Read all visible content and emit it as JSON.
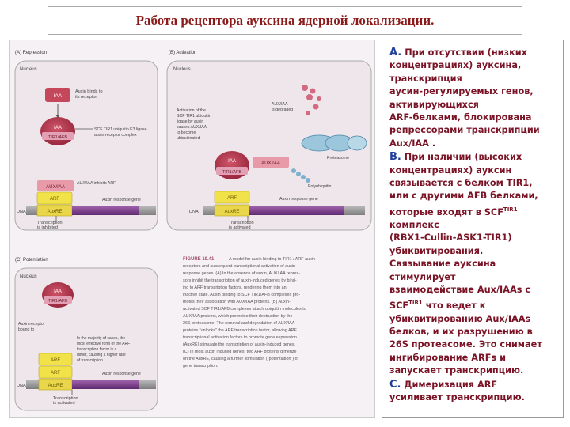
{
  "title": "Работа рецептора ауксина ядерной локализации.",
  "figure": {
    "panel_a_header": "(A) Repression",
    "panel_b_header": "(B) Activation",
    "panel_c_header": "(C) Potentiation",
    "nucleus": "Nucleus",
    "iaa": "IAA",
    "tir_afb": "TIR1/AFB",
    "aux_iaa": "AUX/IAA",
    "arf": "ARF",
    "auxre": "AuxRE",
    "dna": "DNA",
    "a_note_binds": [
      "Auxin binds to",
      "its receptor"
    ],
    "a_note_scf": [
      "SCF TIR1 ubiquitin E3 ligase",
      "auxin receptor complex"
    ],
    "a_note_inhibits": "AUX/IAA inhibits ARF",
    "a_note_gene": "Auxin response gene",
    "a_note_trans": [
      "Transcription",
      "is inhibited"
    ],
    "b_note_act": [
      "Activation of the",
      "SCF TIR1 ubiquitin",
      "ligase by auxin",
      "causes AUX/IAA",
      "to become",
      "ubiquitinated"
    ],
    "b_note_degraded": [
      "AUX/IAA",
      "is degraded"
    ],
    "b_note_proteasome": "Proteasome",
    "b_note_polyub": "Polyubiquitin",
    "b_note_gene": "Auxin response gene",
    "b_note_trans": [
      "Transcription",
      "is activated"
    ],
    "c_note_receptor": [
      "Auxin receptor",
      "bound to"
    ],
    "c_note_majority": [
      "In the majority of cases, the",
      "most effective form of the ARF",
      "transcription factor is a",
      "dimer, causing a higher rate",
      "of transcription"
    ],
    "c_note_gene": "Auxin response gene",
    "c_note_trans": [
      "Transcription",
      "is activated"
    ],
    "caption_head": "FIGURE 19.41",
    "caption_lines": [
      "A model for auxin binding to TIR1 / ARF auxin",
      "receptors and subsequent transcriptional activation of auxin",
      "response genes. (A) In the absence of auxin, AUX/IAA repres-",
      "sors inhibit the transcription of auxin-induced genes by bind-",
      "ing to ARF transcription factors, rendering them into an",
      "inactive state. Auxin binding to SCF TIR1/AFB complexes pro-",
      "motes their association with AUX/IAA proteins. (B) Auxin-",
      "activated SCF TIR1/AFB complexes attach ubiquitin molecules to",
      "AUX/IAA proteins, which promotes their destruction by the",
      "26S proteasome. The removal and degradation of AUX/IAA",
      "proteins \"unlocks\" the ARF transcription factor, allowing ARF",
      "transcriptional activation factors to promote gene expression",
      "(AuxRE) stimulate the transcription of auxin-induced genes.",
      "(C) In most auxin induced genes, two ARF proteins dimerize",
      "on the AuxRE, causing a further stimulation (\"potentiation\") of",
      "gene transcription."
    ]
  },
  "text": {
    "a_label": "A.",
    "a_lines": [
      "При отсутствии (низких",
      "концентрациях) ауксина,",
      "транскрипция",
      "аусин-регулируемых генов,",
      "активирующихся",
      "ARF-белками,  блокирована",
      "репрессорами транскрипции",
      "Aux/IAA ."
    ],
    "b_label": "B.",
    "b_lines": [
      "При наличии (высоких",
      "концентрациях) ауксин",
      "связывается  с белком TIR1,",
      "или с другими AFB белками,",
      "которые входят в SCF",
      "комплекс",
      "(RBX1-Cullin-ASK1-TIR1)",
      "убиквитирования.",
      "Связывание ауксина",
      "стимулирует",
      "взаимодействие Aux/IAAs с",
      "SCF",
      "убиквитированию Aux/IAAs",
      "белков,  и их разрушению в",
      "26S протеасоме. Это снимает",
      "ингибирование  ARFs  и",
      "запускает транскрипцию."
    ],
    "scf_sup": "TIR1",
    "scf_tail": "  что ведет к",
    "c_label": "C.",
    "c_lines": [
      "Димеризация ARF",
      "усиливает транскрипцию."
    ]
  },
  "colors": {
    "title_text": "#8b1a1a",
    "body_text": "#7a1325",
    "label_blue": "#1f3f9a",
    "iaa_red": "#b5334a",
    "tir_pink": "#e3a0b4",
    "auxiaa_pink": "#e89aa8",
    "arf_yellow": "#f2e24a",
    "dna_purple": "#7a3a8a",
    "dna_gray": "#9a9a9a"
  }
}
